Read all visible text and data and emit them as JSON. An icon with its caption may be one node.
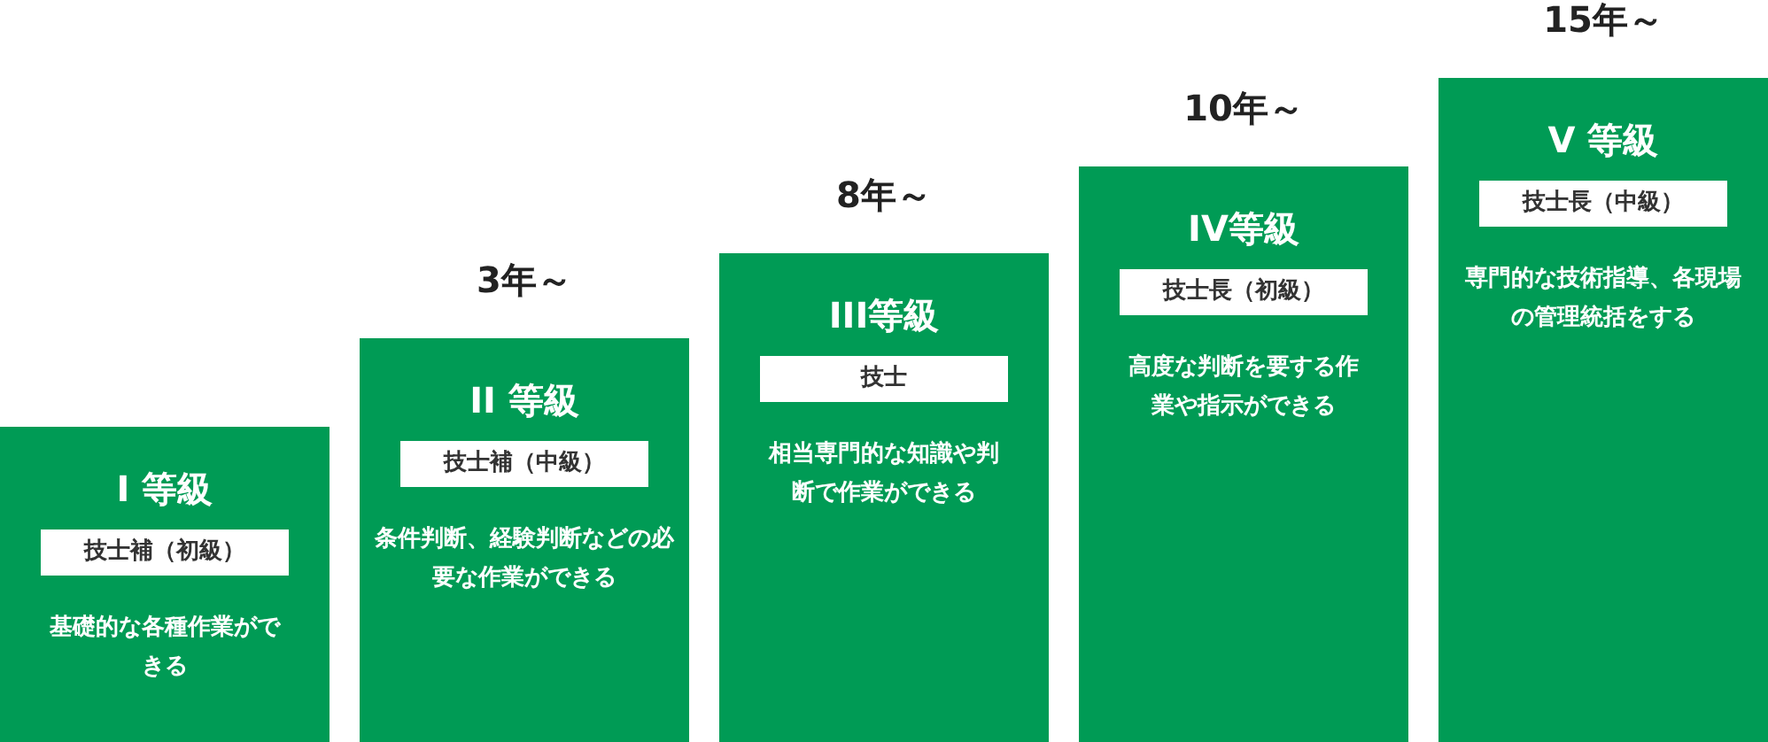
{
  "diagram": {
    "nodes": [
      {
        "text": [
          "I 等級",
          "基礎的な各種作業ができる"
        ]
      },
      {
        "text": [
          "技士補（初級）"
        ],
        "in": 0
      },
      {
        "text": [
          "II 等級",
          "条件判断、経験判断などの必要な作業ができる"
        ],
        "beside": [
          "3年～"
        ]
      },
      {
        "text": [
          "技士補（中級）"
        ],
        "in": 2
      },
      {
        "text": [
          "III等級",
          "相当専門的な知識や判断で作業ができる"
        ],
        "beside": [
          "8年～"
        ]
      },
      {
        "text": [
          "技士"
        ],
        "in": 4
      },
      {
        "text": [
          "IV等級",
          "高度な判断を要する作業や指示ができる"
        ],
        "beside": [
          "10年～"
        ]
      },
      {
        "text": [
          "技士長（初級）"
        ],
        "in": 6
      },
      {
        "text": [
          "V 等級",
          "専門的な技術指導、各現場の管理統括をする"
        ],
        "beside": [
          "15年～"
        ]
      },
      {
        "text": [
          "技士長（中級）"
        ],
        "in": 8
      }
    ]
  }
}
